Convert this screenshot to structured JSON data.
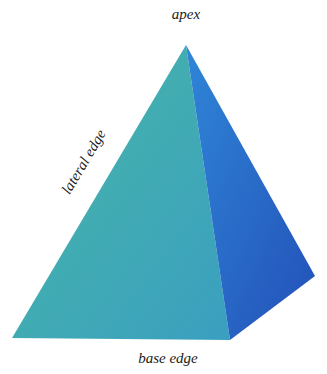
{
  "diagram": {
    "labels": [
      "apex",
      "lateral edge",
      "base edge"
    ]
  }
}
